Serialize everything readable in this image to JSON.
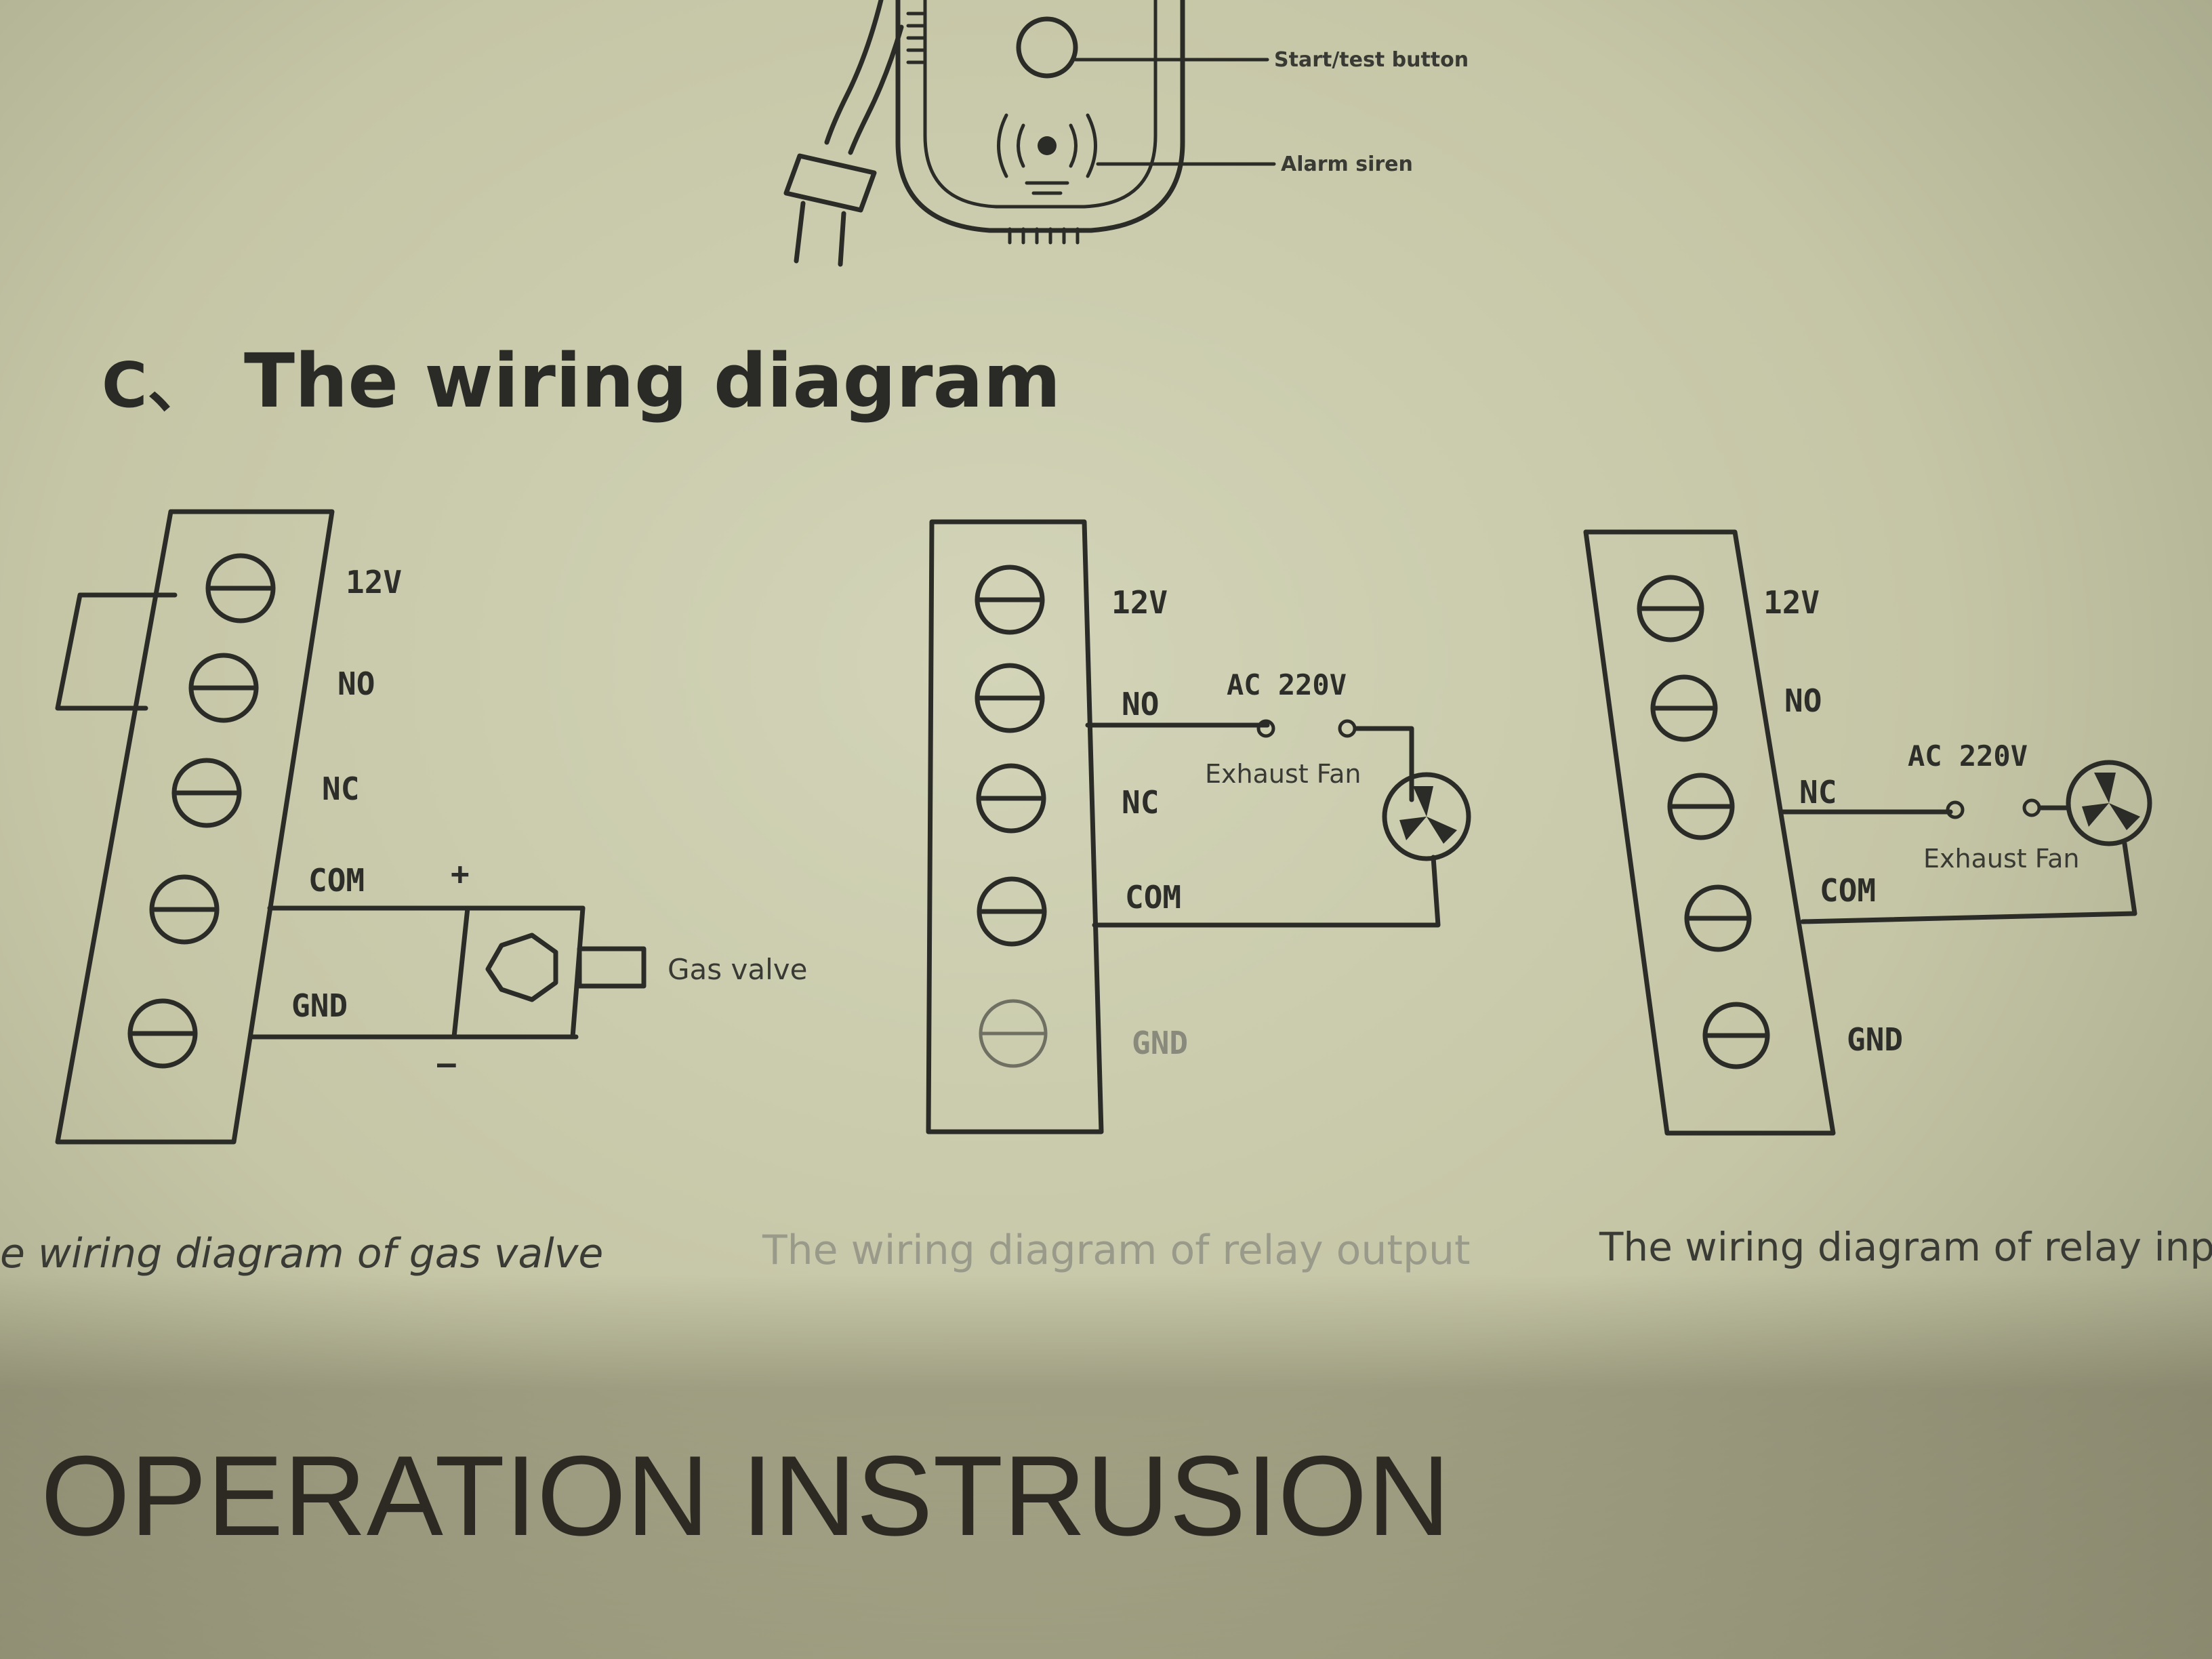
{
  "device": {
    "start_test_label": "Start/test button",
    "siren_label": "Alarm siren"
  },
  "section": {
    "letter": "C、",
    "title": "The wiring diagram"
  },
  "terminals": [
    "12V",
    "NO",
    "NC",
    "COM",
    "GND"
  ],
  "diagram_gas": {
    "plus": "+",
    "minus": "–",
    "gas_valve": "Gas valve",
    "caption": "e wiring diagram of gas valve"
  },
  "diagram_relay_output": {
    "ac": "AC 220V",
    "fan": "Exhaust Fan",
    "caption": "The wiring diagram of relay output"
  },
  "diagram_relay_input": {
    "ac": "AC 220V",
    "fan": "Exhaust Fan",
    "caption": "The wiring diagram of relay inp"
  },
  "footer": {
    "heading": "OPERATION INSTRUSION"
  }
}
